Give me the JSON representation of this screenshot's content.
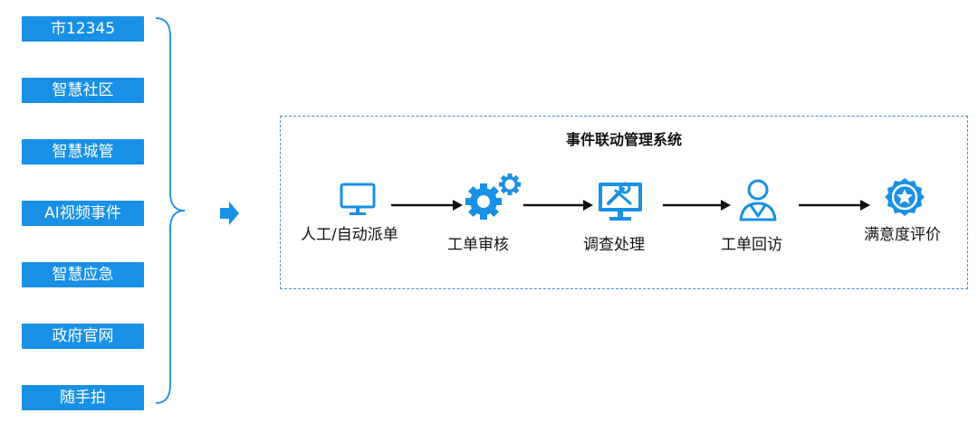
{
  "sources": [
    {
      "label": "市12345"
    },
    {
      "label": "智慧社区"
    },
    {
      "label": "智慧城管"
    },
    {
      "label": "AI视频事件"
    },
    {
      "label": "智慧应急"
    },
    {
      "label": "政府官网"
    },
    {
      "label": "随手拍"
    }
  ],
  "system": {
    "title": "事件联动管理系统",
    "steps": [
      {
        "label": "人工/自动派单",
        "icon": "monitor-icon"
      },
      {
        "label": "工单审核",
        "icon": "gears-icon"
      },
      {
        "label": "调查处理",
        "icon": "tools-screen-icon"
      },
      {
        "label": "工单回访",
        "icon": "person-icon"
      },
      {
        "label": "满意度评价",
        "icon": "star-badge-icon"
      }
    ]
  },
  "colors": {
    "accent": "#1890e6",
    "dashed_border": "#3d8fd6",
    "arrow": "#111111"
  }
}
